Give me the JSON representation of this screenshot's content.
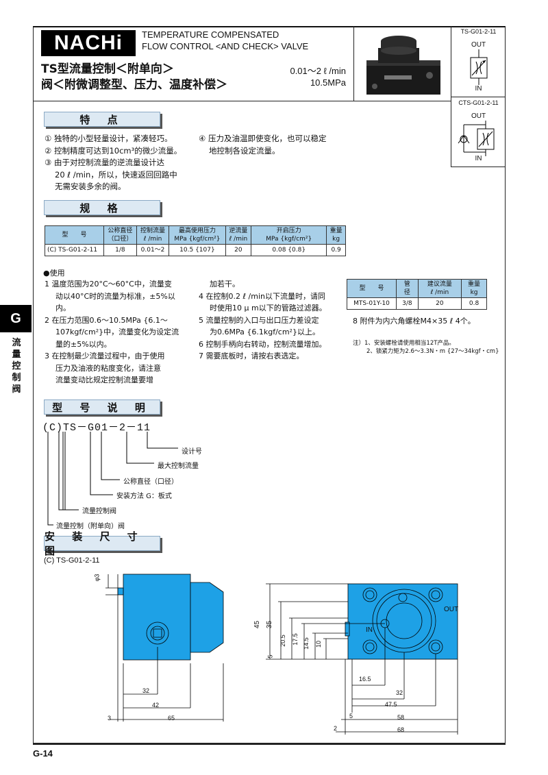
{
  "header": {
    "logo": "NACHi",
    "en_title_1": "TEMPERATURE COMPENSATED",
    "en_title_2": "FLOW CONTROL <AND CHECK> VALVE",
    "cn_title_1": "TS型流量控制＜附单向＞",
    "cn_title_2": "阀＜附微调整型、压力、温度补偿＞",
    "spec_flow": "0.01～2 ℓ /min",
    "spec_pressure": "10.5MPa",
    "symbol1_model": "TS-G01-2-11",
    "symbol2_model": "CTS-G01-2-11",
    "out": "OUT",
    "in": "IN"
  },
  "features": {
    "title": "特 点",
    "items": [
      "① 独特的小型轻量设计，紧凑轻巧。",
      "② 控制精度可达到10cm³的微少流量。",
      "③ 由于对控制流量的逆流量设计达",
      "20 ℓ /min，所以，快速返回回路中",
      "无需安装多余的阀。"
    ],
    "items_right": [
      "④ 压力及油温即使变化，也可以稳定",
      "地控制各设定流量。"
    ]
  },
  "specs": {
    "title": "规 格",
    "headers": [
      [
        "型　　号",
        ""
      ],
      [
        "公称直径",
        "（口径）"
      ],
      [
        "控制流量",
        "ℓ /min"
      ],
      [
        "最高使用压力",
        "MPa {kgf/cm²}"
      ],
      [
        "逆流量",
        "ℓ /min"
      ],
      [
        "开启压力",
        "MPa {kgf/cm²}"
      ],
      [
        "重量",
        "kg"
      ]
    ],
    "row": [
      "(C) TS-G01-2-11",
      "1/8",
      "0.01～2",
      "10.5 {107}",
      "20",
      "0.08 {0.8}",
      "0.9"
    ]
  },
  "usage": {
    "heading": "●使用",
    "left": [
      "1 温度范围为20°C～60°C中，流量变",
      "动以40°C时的流量为标准，±5%以",
      "内。",
      "2 在压力范围0.6～10.5MPa {6.1～",
      "107kgf/cm²}中，流量变化为设定流",
      "量的±5%以内。",
      "3 在控制最少流量过程中，由于使用",
      "压力及油液的粘度变化，请注意",
      "流量变动比规定控制流量要增"
    ],
    "mid": [
      "加若干。",
      "4 在控制0.2 ℓ /min以下流量时，请同",
      "时使用10 μ m以下的管路过滤器。",
      "5 流量控制的入口与出口压力差设定",
      "为0.6MPa {6.1kgf/cm²}以上。",
      "6 控制手柄向右转动，控制流量增加。",
      "7 需要底板时，请按右表选定。"
    ],
    "item8": "8 附件为内六角螺栓M4×35 ℓ 4个。",
    "note1": "注）1、安装螺栓请使用相当12T产品。",
    "note2": "2、锁紧力矩为2.6～3.3N・m {27～34kgf・cm}",
    "base_headers": [
      [
        "型　　号",
        ""
      ],
      [
        "管",
        "径"
      ],
      [
        "建议流量",
        "ℓ /min"
      ],
      [
        "重量",
        "kg"
      ]
    ],
    "base_row": [
      "MTS-01Y-10",
      "3/8",
      "20",
      "0.8"
    ]
  },
  "model": {
    "title": "型 号 说 明",
    "code": "(C)TS－G01－2－11",
    "labels": [
      "设计号",
      "最大控制流量",
      "公称直径（口径）",
      "安装方法 G：板式",
      "流量控制阀",
      "流量控制（附单向）阀"
    ]
  },
  "dims": {
    "title": "安 装 尺 寸 图",
    "subtitle": "(C) TS-G01-2-11",
    "left": [
      "φ3",
      "32",
      "42",
      "3",
      "65"
    ],
    "right_v": [
      "45",
      "35",
      "20.5",
      "17.5",
      "14.5",
      "10",
      "5"
    ],
    "right_h": [
      "16.5",
      "32",
      "47.5",
      "5",
      "58",
      "2",
      "68"
    ],
    "out": "OUT",
    "in": "IN"
  },
  "side": {
    "tab": "G",
    "text": "流量控制阀"
  },
  "footer": {
    "page": "G-14"
  },
  "colors": {
    "section_bg": "#dde9f3",
    "table_header": "#a8cfe8",
    "drawing_blue": "#1ea1e6"
  }
}
